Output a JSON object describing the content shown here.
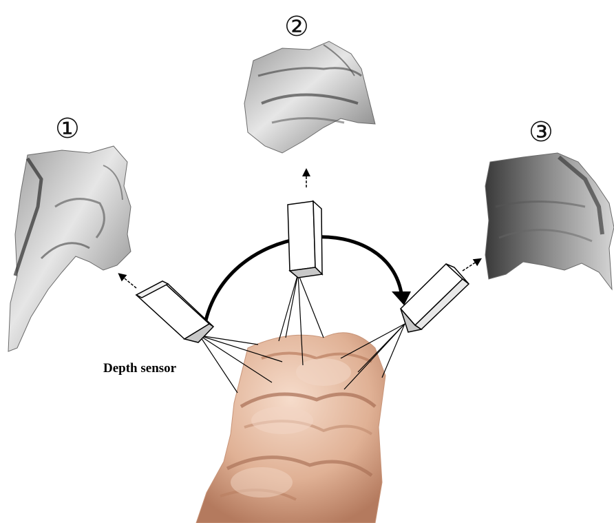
{
  "labels": {
    "scan_1": "①",
    "scan_2": "②",
    "scan_3": "③",
    "sensor": "Depth sensor"
  },
  "colors": {
    "tooth_light": "#f3d2bd",
    "tooth_mid": "#dba88c",
    "tooth_dark": "#a86e54",
    "scan_light": "#d9d9d9",
    "scan_dark": "#3a3a3a",
    "arc": "#000000"
  }
}
